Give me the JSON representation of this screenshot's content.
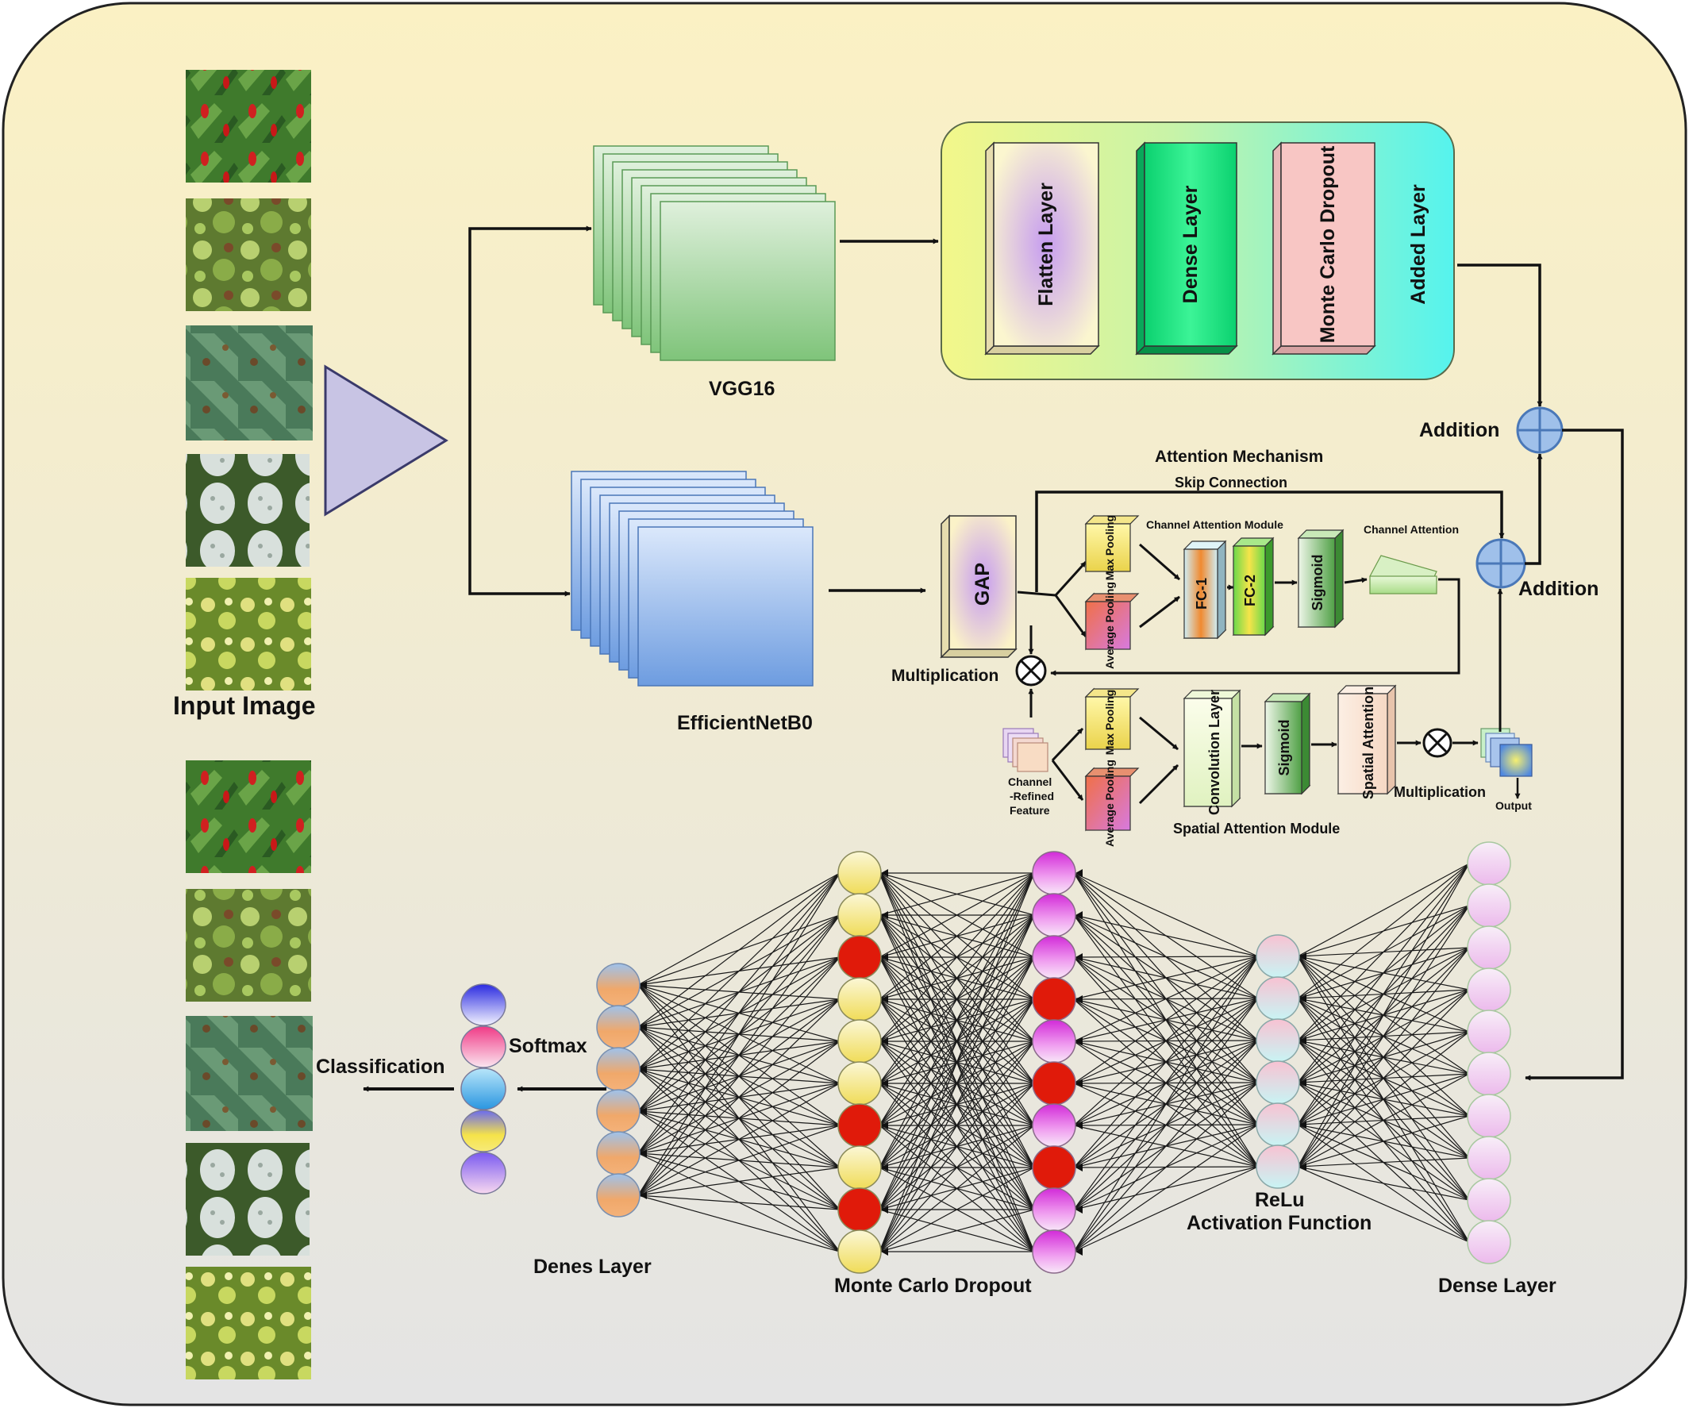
{
  "labels": {
    "input_image": "Input Image",
    "vgg16": "VGG16",
    "efficientnet": "EfficientNetB0",
    "flatten": "Flatten Layer",
    "dense_top": "Dense Layer",
    "mc_dropout_top": "Monte Carlo Dropout",
    "added": "Added Layer",
    "addition_top": "Addition",
    "addition_mid": "Addition",
    "attention_mechanism": "Attention  Mechanism",
    "skip_connection": "Skip Connection",
    "gap": "GAP",
    "channel_attention_module": "Channel Attention Module",
    "max_pooling": "Max Pooling",
    "average_pooling": "Average Pooling",
    "fc1": "FC-1",
    "fc2": "FC-2",
    "sigmoid": "Sigmoid",
    "channel_attention": "Channel Attention",
    "multiplication": "Multiplication",
    "channel_refined_feature_1": "Channel",
    "channel_refined_feature_2": "-Refined",
    "channel_refined_feature_3": "Feature",
    "convolution_layer": "Convolution Layer",
    "spatial_attention": "Spatial Attention",
    "spatial_attention_module": "Spatial Attention Module",
    "output": "Output",
    "softmax": "Softmax",
    "classification": "Classification",
    "denes_layer": "Denes Layer",
    "mc_dropout_bottom": "Monte Carlo Dropout",
    "relu": "ReLu",
    "activation_function": "Activation Function",
    "dense_bottom": "Dense Layer"
  },
  "network": {
    "softmax_nodes": 5,
    "denes_nodes": 6,
    "mc1_dropped": [
      2,
      6,
      8
    ],
    "mc1_nodes": 10,
    "mc2_dropped": [
      3,
      5,
      7
    ],
    "mc2_nodes": 10,
    "relu_nodes": 6,
    "dense_nodes": 10
  },
  "colors": {
    "background_top": "#fbf1c4",
    "background_bottom": "#e4e4e4",
    "vgg_green": "#7fc47a",
    "efficientnet_blue": "#6d9ce0",
    "dropped_node": "#e01a0a",
    "addition_blue": "#9fc0ea"
  }
}
